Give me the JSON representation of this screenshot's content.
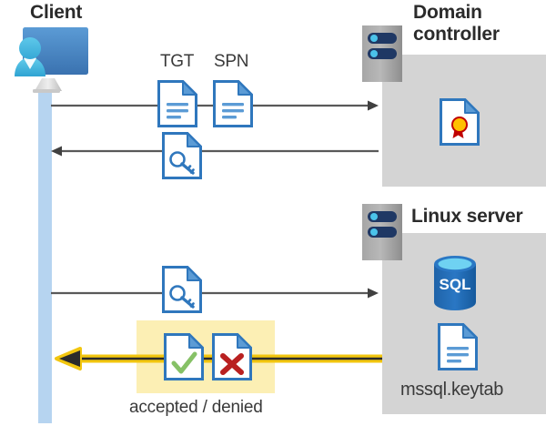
{
  "diagram": {
    "title_client": "Client",
    "title_domain_controller": "Domain\ncontroller",
    "title_domain_controller_line1": "Domain",
    "title_domain_controller_line2": "controller",
    "title_linux_server": "Linux server",
    "label_tgt": "TGT",
    "label_spn": "SPN",
    "label_result": "accepted / denied",
    "label_keytab": "mssql.keytab",
    "label_sql": "SQL"
  },
  "icons": {
    "client": "client-workstation-icon",
    "server_rack": "server-rack-icon",
    "certificate_doc": "certificate-document-icon",
    "tgt_doc": "text-document-icon",
    "spn_doc": "text-document-icon",
    "key_doc": "key-document-icon",
    "accepted_doc": "check-document-icon",
    "denied_doc": "x-document-icon",
    "sql_db": "sql-database-icon",
    "keytab_doc": "text-document-icon"
  },
  "flows": [
    {
      "name": "client-to-dc-request",
      "direction": "right",
      "color": "#595959",
      "carries": [
        "TGT",
        "SPN"
      ]
    },
    {
      "name": "dc-to-client-ticket",
      "direction": "left",
      "color": "#595959",
      "carries": [
        "key-document"
      ]
    },
    {
      "name": "client-to-linux-ticket",
      "direction": "right",
      "color": "#595959",
      "carries": [
        "key-document"
      ]
    },
    {
      "name": "linux-to-client-result",
      "direction": "left",
      "color": "#f2c60f",
      "carries": [
        "accepted",
        "denied"
      ]
    }
  ],
  "colors": {
    "panel_gray": "#d4d4d4",
    "lifeline_blue": "#b6d4f0",
    "highlight_yellow": "#fcefb4",
    "arrow_gray": "#595959",
    "arrow_yellow": "#f2c60f",
    "doc_blue": "#2f77bd",
    "accent_green": "#86c166",
    "accent_red": "#b92020",
    "title_dark": "#2b2b2b"
  }
}
